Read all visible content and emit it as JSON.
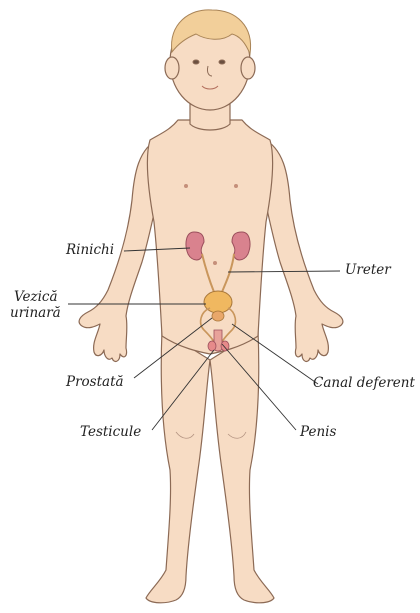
{
  "labels": {
    "kidneys": "Rinichi",
    "ureter": "Ureter",
    "bladder_line1": "Vezică",
    "bladder_line2": "urinară",
    "prostate": "Prostată",
    "vas_deferens": "Canal deferent",
    "testicles": "Testicule",
    "penis": "Penis"
  },
  "colors": {
    "skin": "#f7dcc4",
    "skin_outline": "#8c6a55",
    "hair": "#f2cf9a",
    "hair_outline": "#a98457",
    "kidney": "#d9828e",
    "bladder": "#f0b860",
    "duct": "#c9965c",
    "leader_line": "#333333"
  }
}
